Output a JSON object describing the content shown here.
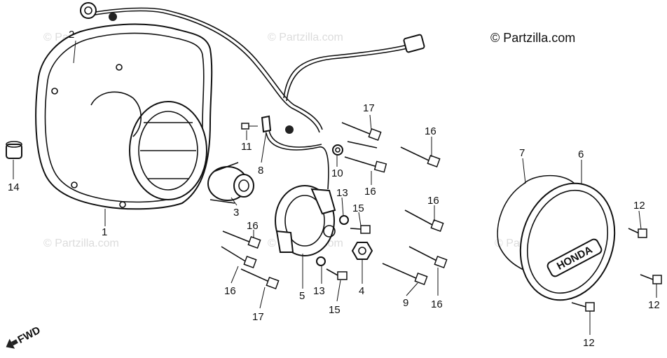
{
  "copyright": "© Partzilla.com",
  "watermark": "© Partzilla.com",
  "direction_marker": "FWD",
  "brand_on_cover": "HONDA",
  "callouts": {
    "c1": "1",
    "c2": "2",
    "c3": "3",
    "c4": "4",
    "c5": "5",
    "c6": "6",
    "c7": "7",
    "c8": "8",
    "c9": "9",
    "c10": "10",
    "c11": "11",
    "c12a": "12",
    "c12b": "12",
    "c12c": "12",
    "c13a": "13",
    "c13b": "13",
    "c14": "14",
    "c15a": "15",
    "c15b": "15",
    "c16a": "16",
    "c16b": "16",
    "c16c": "16",
    "c16d": "16",
    "c16e": "16",
    "c16f": "16",
    "c17a": "17",
    "c17b": "17"
  }
}
